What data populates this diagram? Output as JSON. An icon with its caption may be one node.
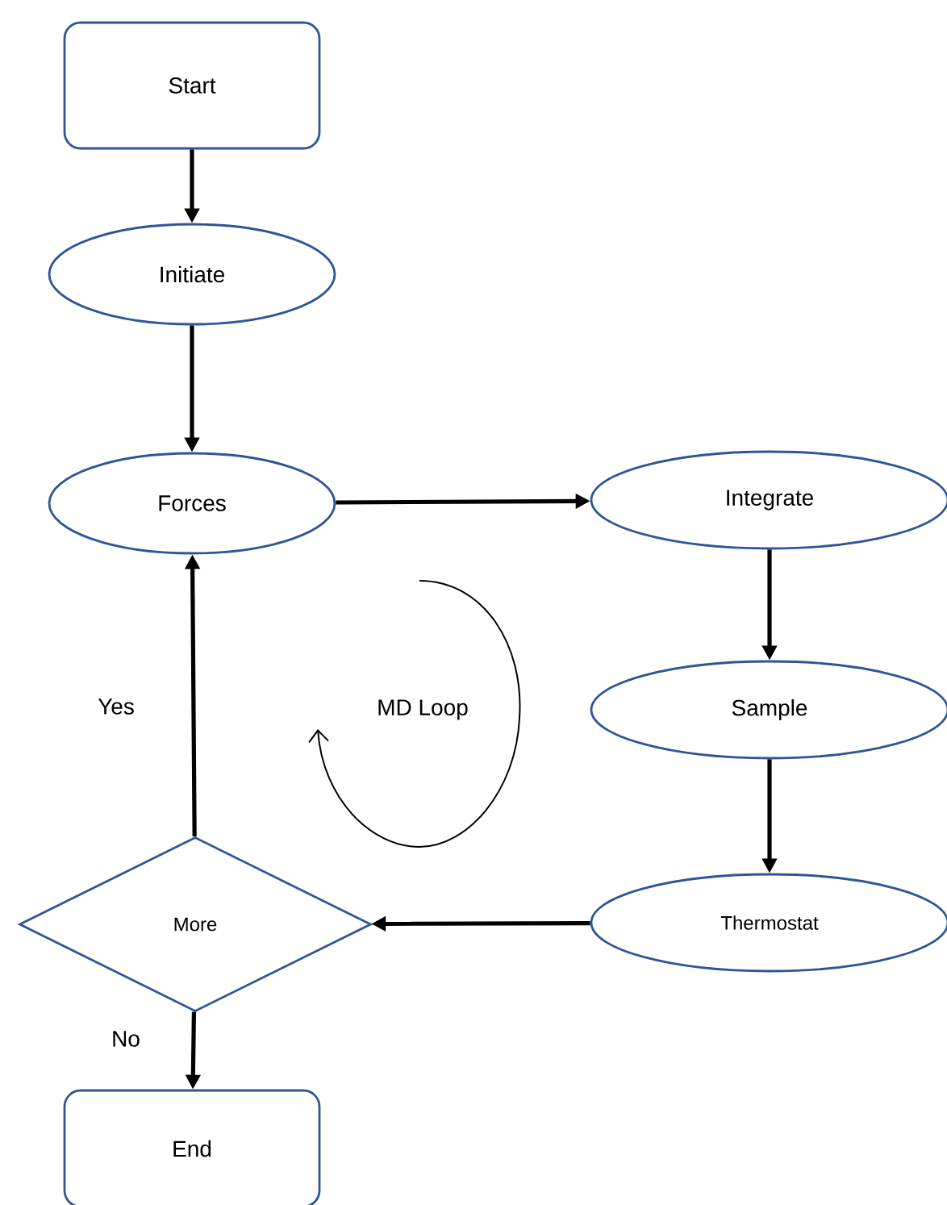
{
  "diagram": {
    "nodes": [
      {
        "text": [
          "Start"
        ]
      },
      {
        "text": [
          "Initiate"
        ]
      },
      {
        "text": [
          "Forces"
        ]
      },
      {
        "text": [
          "Integrate"
        ]
      },
      {
        "text": [
          "Sample"
        ]
      },
      {
        "text": [
          "Thermostat"
        ]
      },
      {
        "text": [
          "More"
        ]
      },
      {
        "text": [
          "End"
        ]
      }
    ],
    "edges": [
      {
        "from": 0,
        "to": 1,
        "arrow": "to"
      },
      {
        "from": 1,
        "to": 2,
        "arrow": "to"
      },
      {
        "from": 2,
        "to": 3,
        "arrow": "to"
      },
      {
        "from": 3,
        "to": 4,
        "arrow": "to"
      },
      {
        "from": 4,
        "to": 5,
        "arrow": "to"
      },
      {
        "from": 5,
        "to": 6,
        "arrow": "to"
      },
      {
        "from": 6,
        "to": 2,
        "arrow": "to",
        "label": "Yes"
      },
      {
        "from": 6,
        "to": 7,
        "arrow": "to",
        "label": "No"
      }
    ],
    "labels": [
      "MD Loop"
    ]
  }
}
